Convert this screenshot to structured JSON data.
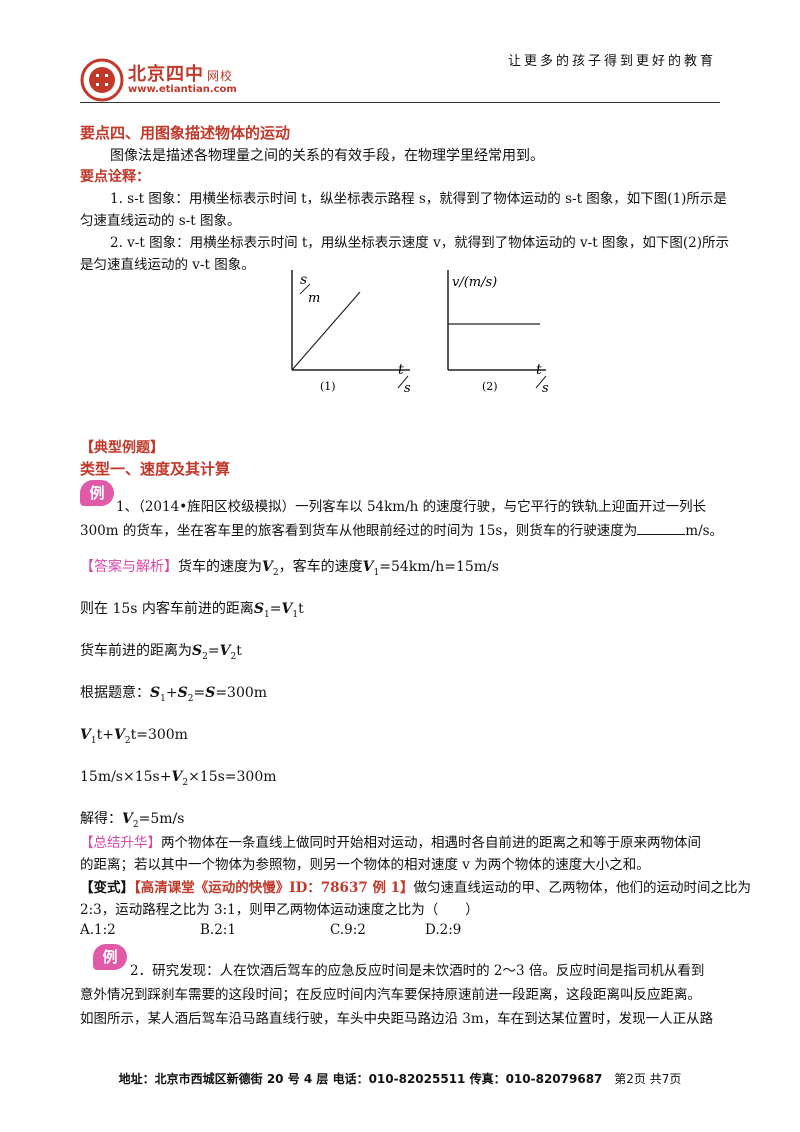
{
  "header": {
    "logo_cn": "北京四中",
    "logo_cn_suffix": "网校",
    "logo_url": "www.etiantian.com",
    "slogan": "让更多的孩子得到更好的教育"
  },
  "section4": {
    "title": "要点四、用图象描述物体的运动",
    "intro": "图像法是描述各物理量之间的关系的有效手段，在物理学里经常用到。",
    "note_label": "要点诠释：",
    "item1_line1": "1. s-t 图象：用横坐标表示时间 t，纵坐标表示路程 s，就得到了物体运动的 s-t 图象，如下图(1)所示是",
    "item1_line2": "匀速直线运动的 s-t 图象。",
    "item2_line1": "2. v-t 图象：用横坐标表示时间 t，用纵坐标表示速度 v，就得到了物体运动的 v-t 图象，如下图(2)所示",
    "item2_line2": "是匀速直线运动的 v-t 图象。"
  },
  "figures": {
    "fig1": {
      "ylabel_top": "s",
      "ylabel_bottom": "m",
      "xlabel_top": "t",
      "xlabel_bottom": "s",
      "caption": "(1)"
    },
    "fig2": {
      "ylabel": "v/(m/s)",
      "xlabel_top": "t",
      "xlabel_bottom": "s",
      "caption": "(2)"
    }
  },
  "examples": {
    "heading": "【典型例题】",
    "type1": "类型一、速度及其计算",
    "badge": "例",
    "ex1_line1": "1、（2014•旌阳区校级模拟）一列客车以 54km/h 的速度行驶，与它平行的铁轨上迎面开过一列长",
    "ex1_line2a": "300m 的货车，坐在客车里的旅客看到货车从他眼前经过的时间为 15s，则货车的行驶速度为",
    "ex1_line2b": "m/s。",
    "answer_label": "【答案与解析】",
    "answer_text": "货车的速度为",
    "answer_text2": "，客车的速度",
    "answer_text3": "=54km/h=15m/s",
    "step1": "则在 15s 内客车前进的距离",
    "step2": "货车前进的距离为",
    "step3_label": "根据题意：",
    "step3_tail": "=300m",
    "step4_tail": "t=300m",
    "step5": "15m/s×15s+",
    "step5_tail": "×15s=300m",
    "step6": "解得：",
    "step6_tail": "=5m/s",
    "summary_label": "【总结升华】",
    "summary_line1": "两个物体在一条直线上做同时开始相对运动，相遇时各自前进的距离之和等于原来两物体间",
    "summary_line2": "的距离；若以其中一个物体为参照物，则另一个物体的相对速度 v 为两个物体的速度大小之和。",
    "variant_label": "【变式】",
    "variant_video": "【高清课堂《运动的快慢》ID：78637 例 1】",
    "variant_text1": "做匀速直线运动的甲、乙两物体，他们的运动时间之比为",
    "variant_text2": "2:3，运动路程之比为 3:1，则甲乙两物体运动速度之比为（　　）",
    "options": [
      "A.1:2",
      "B.2:1",
      "C.9:2",
      "D.2:9"
    ],
    "ex2_line1": "2．研究发现：人在饮酒后驾车的应急反应时间是未饮酒时的 2～3 倍。反应时间是指司机从看到",
    "ex2_line2": "意外情况到踩刹车需要的这段时间；在反应时间内汽车要保持原速前进一段距离，这段距离叫反应距离。",
    "ex2_line3": "如图所示，某人酒后驾车沿马路直线行驶，车头中央距马路边沿 3m，车在到达某位置时，发现一人正从路"
  },
  "symbols": {
    "V": "V",
    "S": "S",
    "one": "1",
    "two": "2",
    "t": "t",
    "plus": "+",
    "eq": "="
  },
  "footer": {
    "address": "地址：北京市西城区新德街 20 号 4 层  电话：010-82025511  传真：010-82079687",
    "page": "第2页  共7页"
  }
}
